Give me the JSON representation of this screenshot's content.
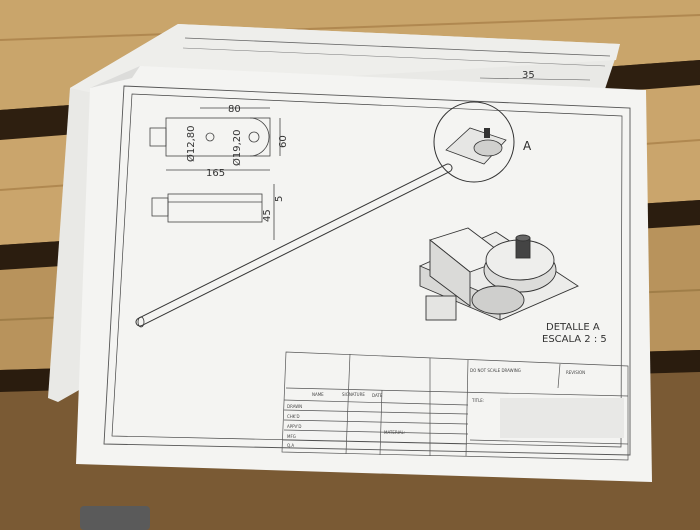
{
  "photo": {
    "subject": "drawing-sheets-on-wooden-table",
    "colors": {
      "wood_light": "#c9a56b",
      "wood_dark": "#3b2a16",
      "paper": "#f4f4f2",
      "ink": "#3a3a3a"
    }
  },
  "back_sheet": {
    "dimension_value": "35"
  },
  "front_sheet": {
    "dimensions": {
      "d1": "80",
      "d2": "Ø12,80",
      "d3": "Ø19,20",
      "d4": "60",
      "d5": "165",
      "d6": "5",
      "d7": "45"
    },
    "detail_callout": "A",
    "detail_title_line1": "DETALLE A",
    "detail_title_line2": "ESCALA 2 : 5",
    "title_block": {
      "material_label": "MATERIAL:",
      "title_label": "TITLE:",
      "no_scale_note": "DO NOT SCALE DRAWING",
      "revision_label": "REVISION",
      "grid_cols": [
        "NAME",
        "SIGNATURE",
        "DATE"
      ],
      "grid_rows": [
        "DRAWN",
        "CHK'D",
        "APPV'D",
        "MFG",
        "Q.A"
      ]
    }
  }
}
